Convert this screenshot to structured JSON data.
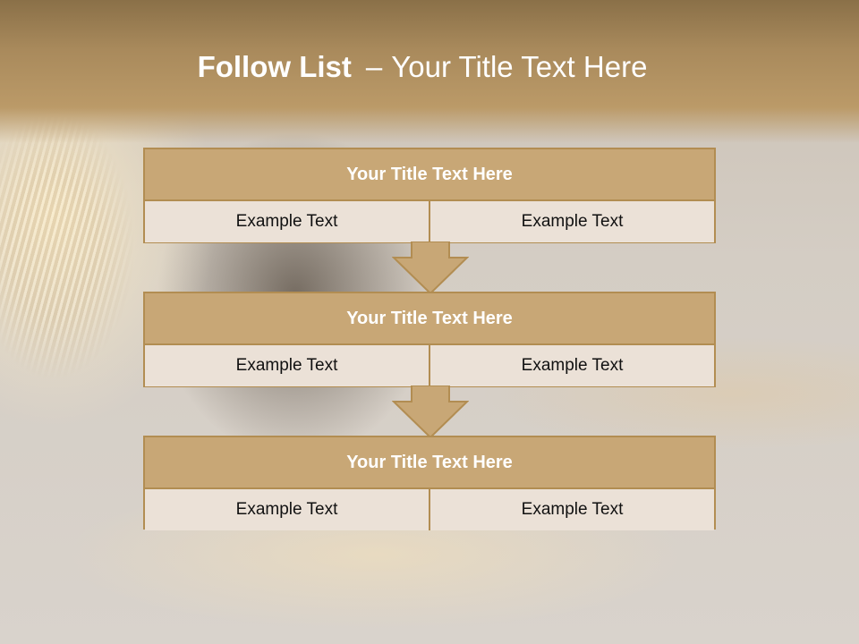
{
  "slide": {
    "title_bold": "Follow List",
    "title_sep": "–",
    "title_rest": "Your Title Text Here"
  },
  "blocks": [
    {
      "title": "Your Title Text Here",
      "cells": [
        "Example Text",
        "Example Text"
      ]
    },
    {
      "title": "Your Title Text Here",
      "cells": [
        "Example Text",
        "Example Text"
      ]
    },
    {
      "title": "Your Title Text Here",
      "cells": [
        "Example Text",
        "Example Text"
      ]
    }
  ],
  "icons": [
    "down-arrow-icon",
    "down-arrow-icon"
  ],
  "colors": {
    "header_band": "#a98a5c",
    "block_title_fill": "#c8a776",
    "block_cell_fill": "#ebe1d7",
    "border": "#b28d52",
    "arrow_fill": "#c8a776"
  }
}
